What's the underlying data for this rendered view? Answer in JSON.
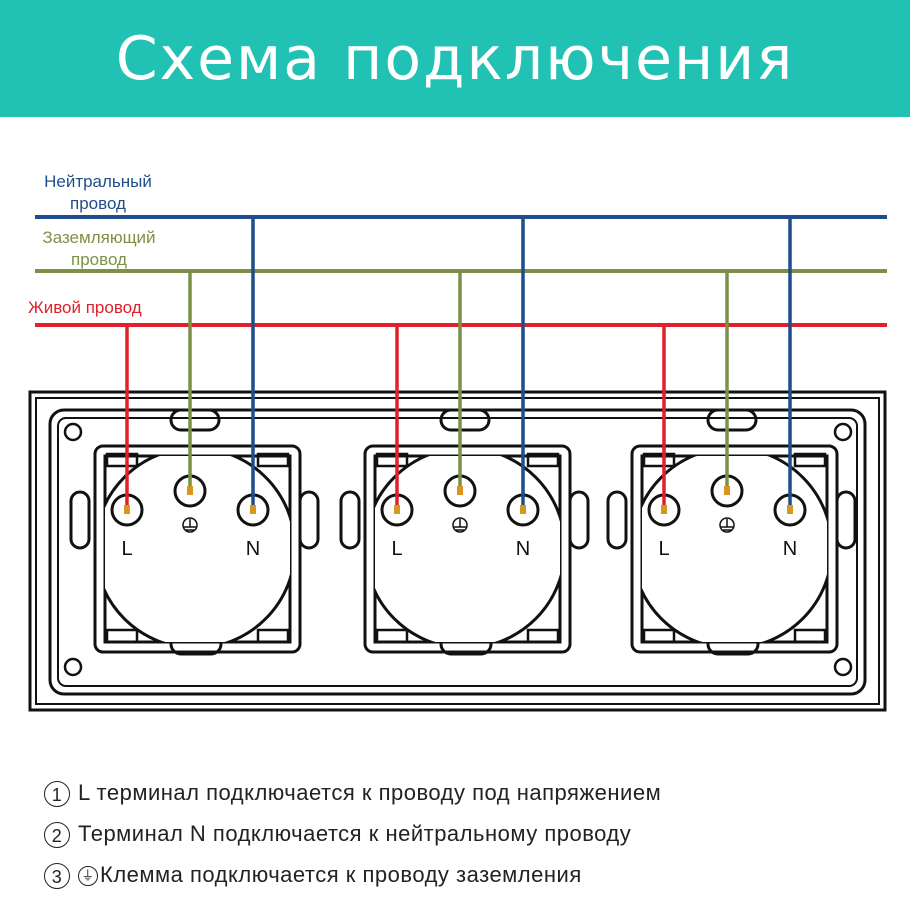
{
  "title": "Схема подключения",
  "wires": {
    "neutral": {
      "label_line1": "Нейтральный",
      "label_line2": "провод",
      "color": "#1f4e8c"
    },
    "ground": {
      "label_line1": "Заземляющий",
      "label_line2": "провод",
      "color": "#7d9146"
    },
    "live": {
      "label": "Живой провод",
      "color": "#e0202a"
    }
  },
  "sockets": [
    {
      "l": "L",
      "n": "N"
    },
    {
      "l": "L",
      "n": "N"
    },
    {
      "l": "L",
      "n": "N"
    }
  ],
  "notes": [
    {
      "num": "1",
      "text": "L терминал подключается к проводу под напряжением"
    },
    {
      "num": "2",
      "text": "Терминал N подключается к нейтральному проводу"
    },
    {
      "num": "3",
      "text": "Клемма подключается к проводу заземления"
    }
  ]
}
